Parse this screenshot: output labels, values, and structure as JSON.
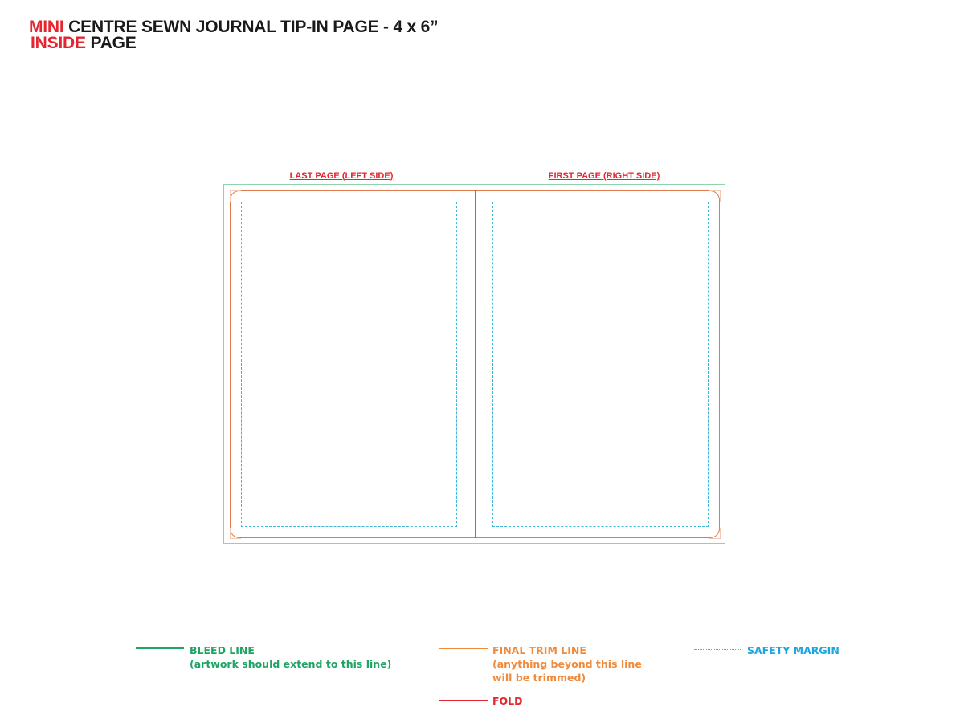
{
  "title": {
    "line1_prefix": "MINI",
    "line1_rest": " CENTRE SEWN JOURNAL TIP-IN PAGE - 4 x 6”",
    "line2_prefix": "INSIDE",
    "line2_rest": " PAGE"
  },
  "pages": {
    "left_label": "LAST PAGE (LEFT SIDE)",
    "right_label": "FIRST PAGE (RIGHT SIDE)"
  },
  "legend": {
    "bleed_title": "BLEED LINE",
    "bleed_note": "(artwork should extend to this line)",
    "trim_title": "FINAL TRIM LINE",
    "trim_note1": "(anything beyond this line",
    "trim_note2": "will be trimmed)",
    "fold_title": "FOLD",
    "safety_title": "SAFETY MARGIN"
  },
  "colors": {
    "brand_red": "#e3262f",
    "bleed_green": "#1fa463",
    "trim_orange": "#f08a3c",
    "safety_blue": "#1aa7e0"
  }
}
